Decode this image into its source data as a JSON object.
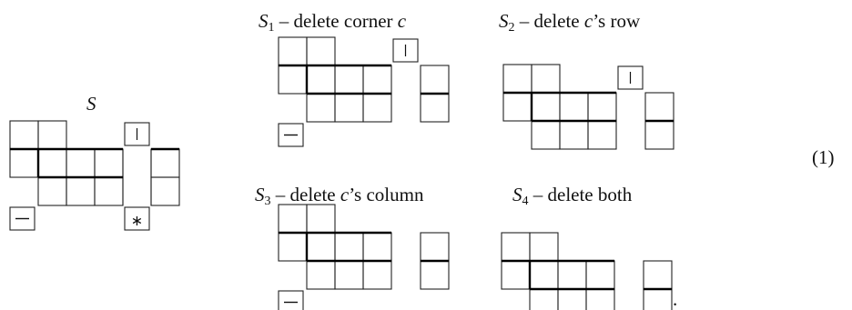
{
  "labels": {
    "S": {
      "sym": "S",
      "sub": "",
      "text": ""
    },
    "S1": {
      "sym": "S",
      "sub": "1",
      "text": " – delete corner ",
      "var": "c"
    },
    "S2": {
      "sym": "S",
      "sub": "2",
      "text": " – delete ",
      "var": "c",
      "tail": "’s row"
    },
    "S3": {
      "sym": "S",
      "sub": "3",
      "text": " – delete ",
      "var": "c",
      "tail": "’s column"
    },
    "S4": {
      "sym": "S",
      "sub": "4",
      "text": " – delete both"
    }
  },
  "equation_number": "(1)",
  "markers": {
    "bar": "|",
    "minus": "−",
    "star": "∗",
    "period": "."
  }
}
